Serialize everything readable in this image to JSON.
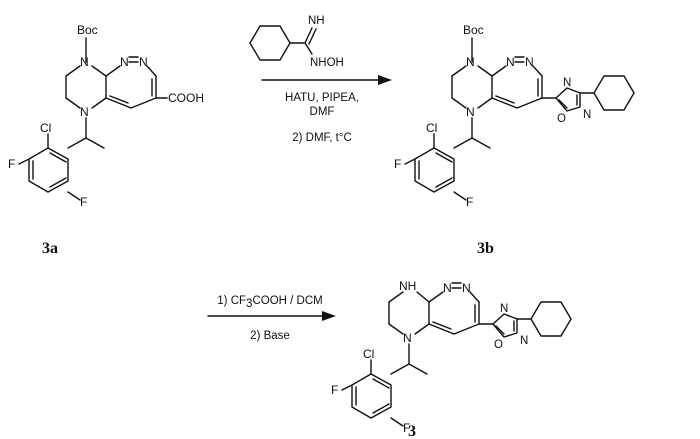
{
  "scheme": {
    "compounds": {
      "start": {
        "id": "3a",
        "boc": "Boc",
        "cl": "Cl",
        "f_left": "F",
        "f_bottom": "F",
        "n_top": "N",
        "n_bottom": "N",
        "n_pyr_1": "N",
        "n_pyr_2": "N",
        "cooh": "COOH"
      },
      "intermediate": {
        "id": "3b",
        "boc": "Boc",
        "cl": "Cl",
        "f_left": "F",
        "f_bottom": "F",
        "n_top": "N",
        "n_bottom": "N",
        "n_pyr_1": "N",
        "n_pyr_2": "N",
        "ox_n_top": "N",
        "ox_o": "O",
        "ox_n_bottom": "N"
      },
      "product": {
        "id": "3",
        "nh": "NH",
        "cl": "Cl",
        "f_left": "F",
        "f_bottom": "F",
        "n_bottom": "N",
        "n_pyr_1": "N",
        "n_pyr_2": "N",
        "ox_n_top": "N",
        "ox_o": "O",
        "ox_n_bottom": "N"
      }
    },
    "reagent": {
      "nh": "NH",
      "nhoh": "NHOH"
    },
    "step1": {
      "line1": "HATU, PIPEA,",
      "line2": "DMF",
      "line3": "2) DMF, t°C"
    },
    "step2": {
      "cf3_pre": "1) CF",
      "cf3_sub": "3",
      "cf3_post": "COOH / DCM",
      "line2": "2) Base"
    }
  }
}
